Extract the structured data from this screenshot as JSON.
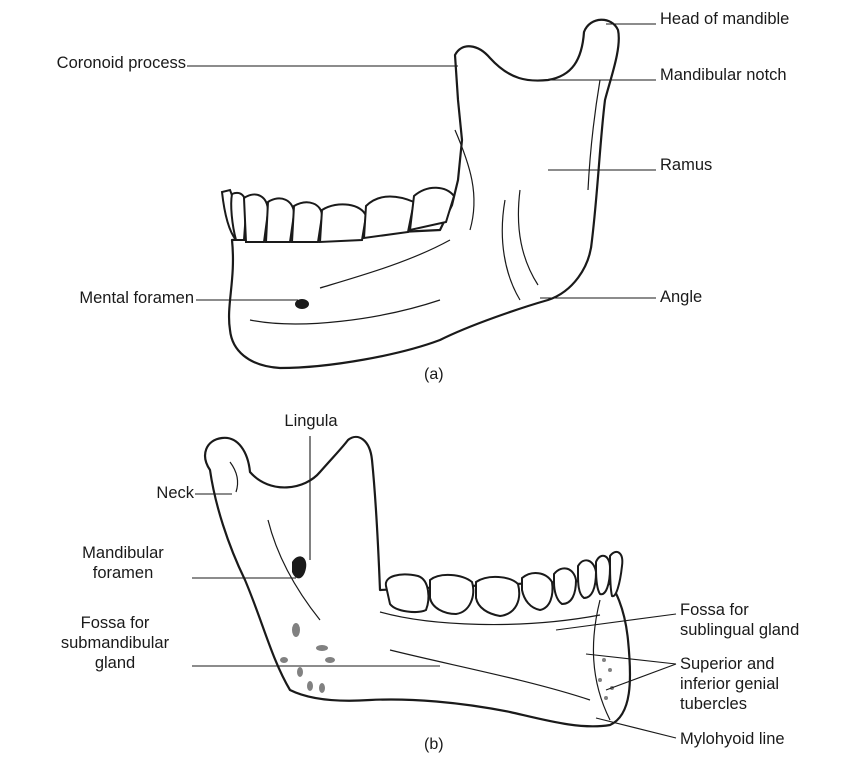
{
  "view_a": {
    "caption": "(a)",
    "labels": {
      "head_of_mandible": "Head of mandible",
      "coronoid_process": "Coronoid process",
      "mandibular_notch": "Mandibular notch",
      "ramus": "Ramus",
      "mental_foramen": "Mental foramen",
      "angle": "Angle"
    }
  },
  "view_b": {
    "caption": "(b)",
    "labels": {
      "lingula": "Lingula",
      "neck": "Neck",
      "mandibular_foramen_1": "Mandibular",
      "mandibular_foramen_2": "foramen",
      "fossa_submandibular_1": "Fossa for",
      "fossa_submandibular_2": "submandibular",
      "fossa_submandibular_3": "gland",
      "fossa_sublingual_1": "Fossa for",
      "fossa_sublingual_2": "sublingual gland",
      "genial_1": "Superior and",
      "genial_2": "inferior genial",
      "genial_3": "tubercles",
      "mylohyoid_line": "Mylohyoid line"
    }
  }
}
